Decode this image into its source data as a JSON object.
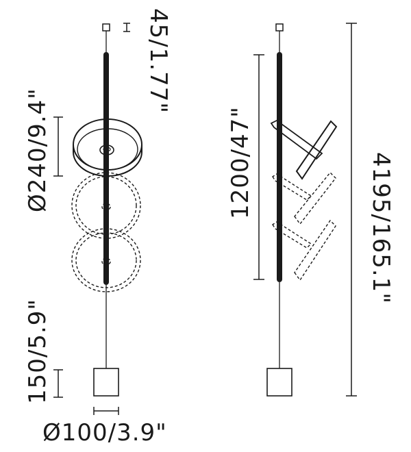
{
  "labels": {
    "top_height": "45/1.77\"",
    "shade_diameter": "Ø240/9.4\"",
    "rod_length": "1200/47\"",
    "total_length": "4195/165.1\"",
    "canopy_height": "150/5.9\"",
    "canopy_diameter": "Ø100/3.9\""
  },
  "colors": {
    "ink": "#1a1a1a",
    "shade_fill": "#ffffff"
  }
}
